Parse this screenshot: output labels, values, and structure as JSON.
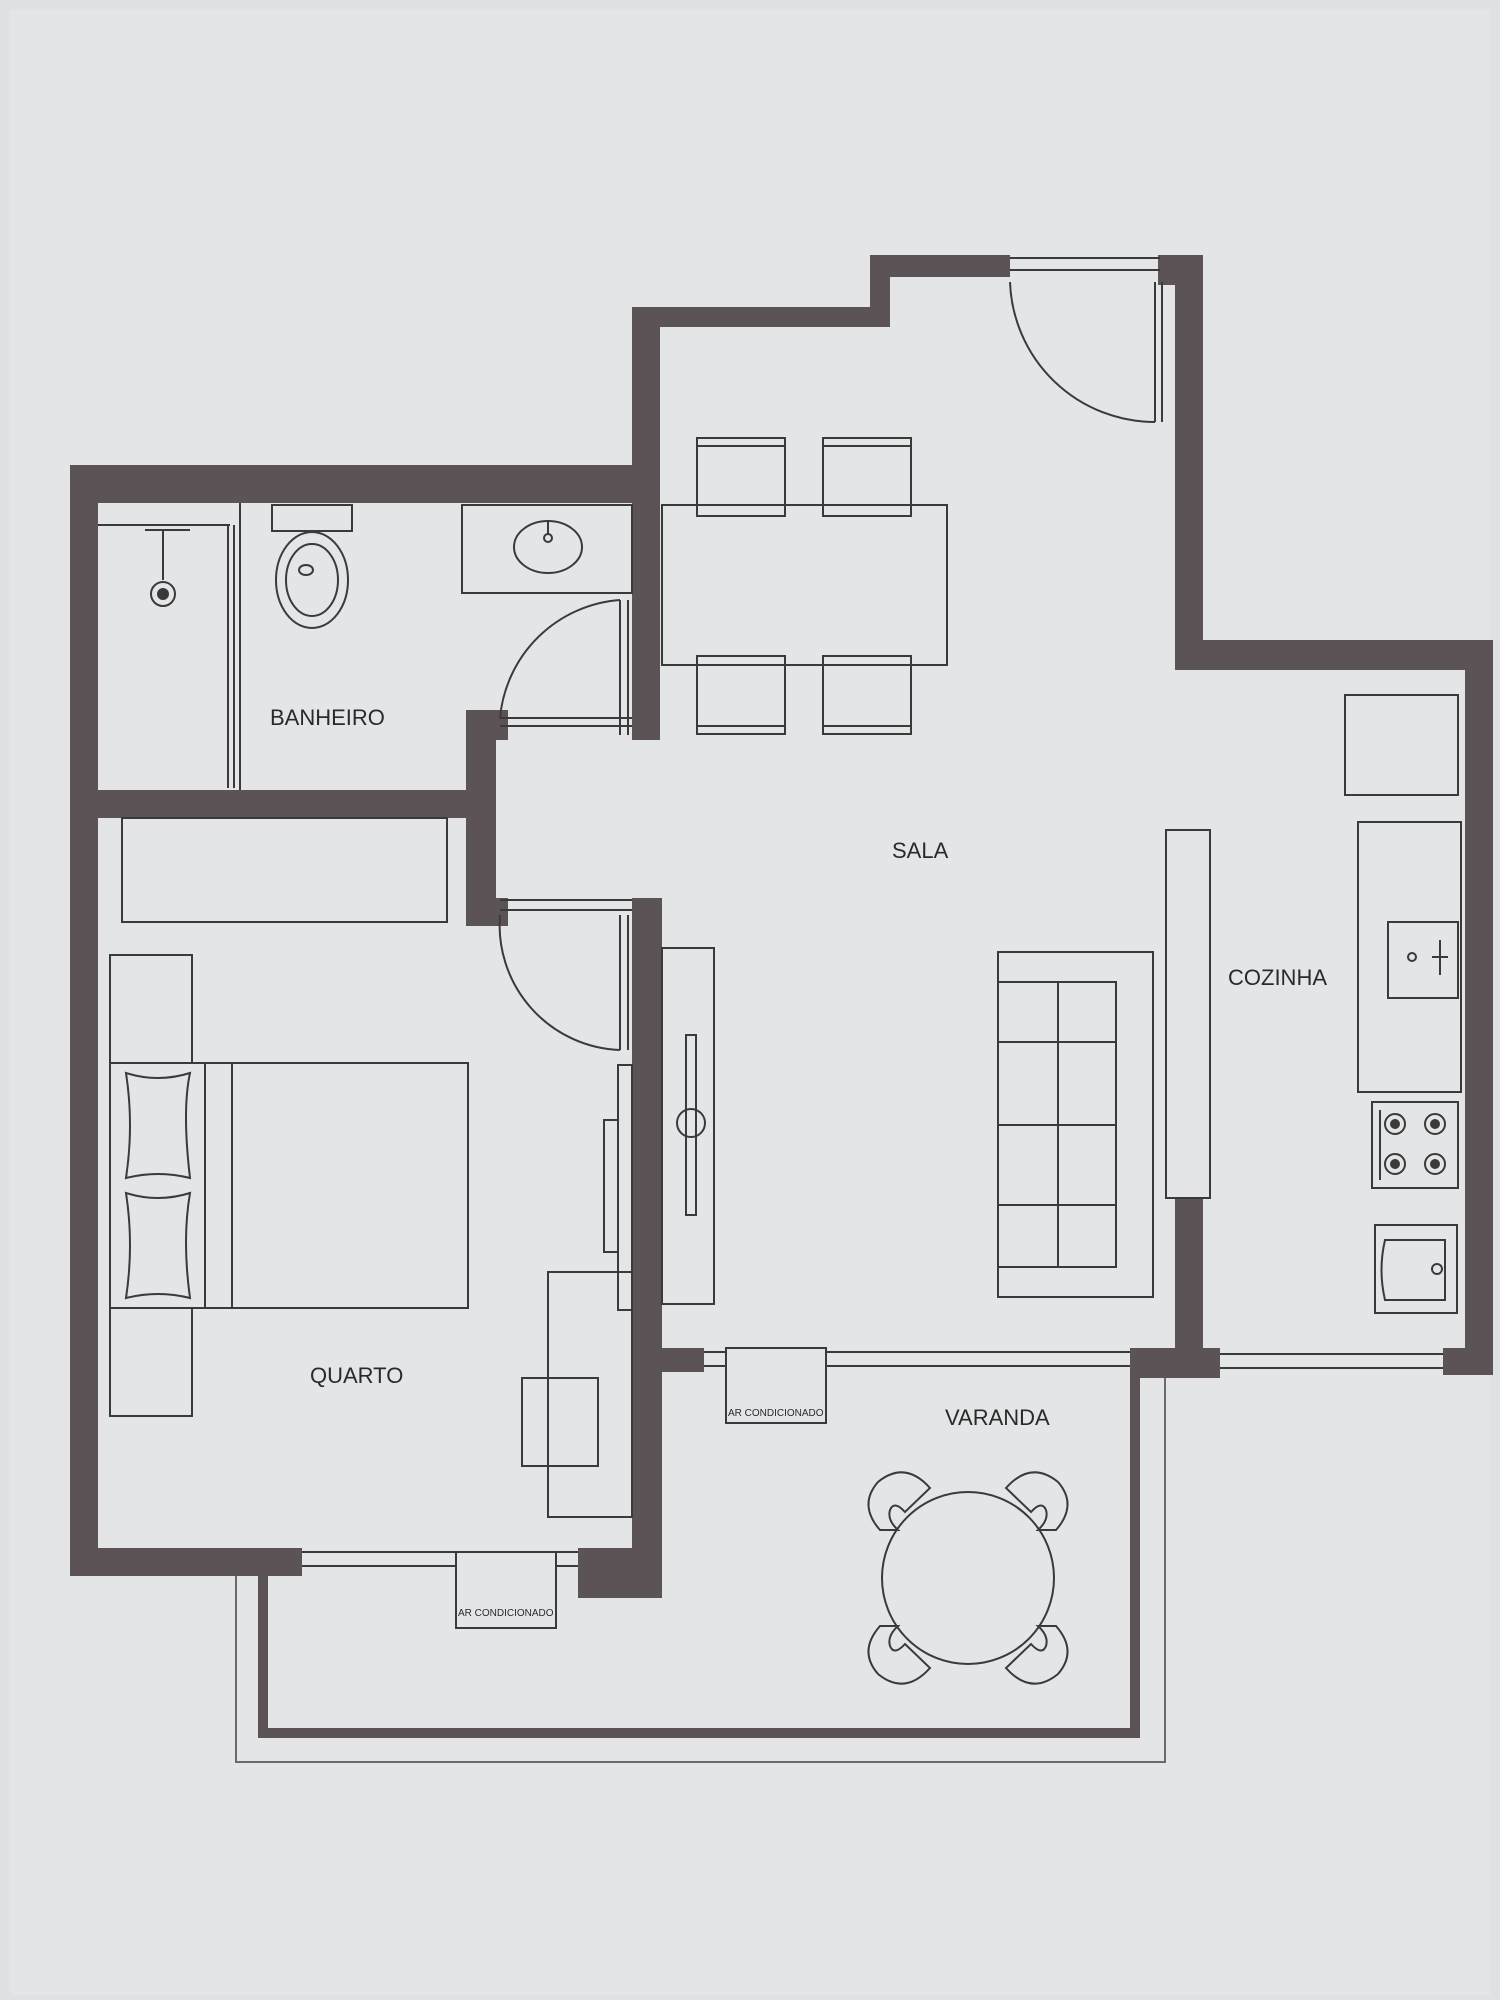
{
  "rooms": {
    "banheiro": "BANHEIRO",
    "sala": "SALA",
    "cozinha": "COZINHA",
    "quarto": "QUARTO",
    "varanda": "VARANDA"
  },
  "ac_units": {
    "varanda": "AR CONDICIONADO",
    "quarto": "AR CONDICIONADO"
  },
  "colors": {
    "wall": "#5b5356",
    "line": "#3a3a3a",
    "background": "#dfe1e4"
  }
}
